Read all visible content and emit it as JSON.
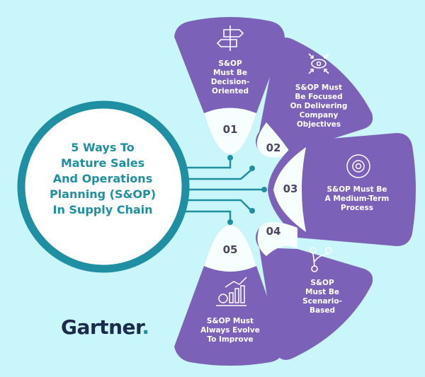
{
  "title": {
    "lines": [
      "5 Ways To",
      "Mature Sales",
      "And Operations",
      "Planning (S&OP)",
      "In Supply Chain"
    ]
  },
  "colors": {
    "background": "#c8f6fa",
    "wedge": "#7b62b8",
    "wedge_tip": "#f7feff",
    "ring": "#1f8fa3",
    "number_text": "#4b4560",
    "logo": "#1b2a4e"
  },
  "ways": [
    {
      "number": "01",
      "icon": "signpost-icon",
      "lines": [
        "S&OP",
        "Must Be",
        "Decision-",
        "Oriented"
      ]
    },
    {
      "number": "02",
      "icon": "focus-eye-icon",
      "lines": [
        "S&OP Must",
        "Be Focused",
        "On Delivering",
        "Company",
        "Objectives"
      ]
    },
    {
      "number": "03",
      "icon": "gear-cycle-icon",
      "lines": [
        "S&OP Must Be",
        "A Medium-Term",
        "Process"
      ]
    },
    {
      "number": "04",
      "icon": "branching-path-icon",
      "lines": [
        "S&OP",
        "Must Be",
        "Scenario-",
        "Based"
      ]
    },
    {
      "number": "05",
      "icon": "growth-chart-icon",
      "lines": [
        "S&OP Must",
        "Always Evolve",
        "To Improve"
      ]
    }
  ],
  "logo": {
    "text": "Gartner",
    "dot": "."
  }
}
